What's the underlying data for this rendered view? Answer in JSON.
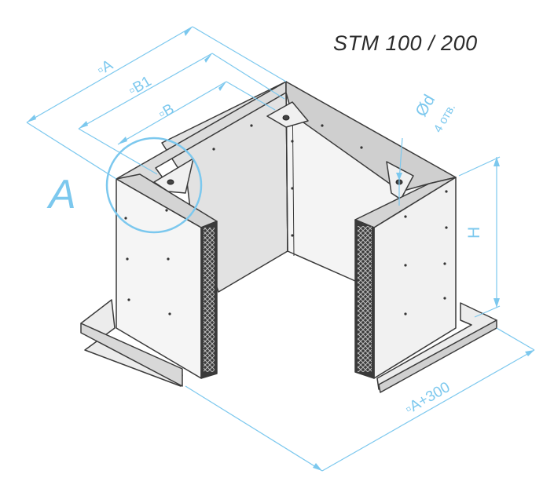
{
  "title": "STM 100 / 200",
  "callout_label": "A",
  "dimensions": {
    "a": "▫A",
    "b1": "▫B1",
    "b": "▫B",
    "d": "Ød",
    "holes": "4 отв.",
    "h": "H",
    "a300": "▫A+300"
  },
  "colors": {
    "dimension": "#7cc8ee",
    "outline": "#3a3a3a",
    "panel_light": "#f3f3f3",
    "panel_mid": "#e6e6e6",
    "panel_dark": "#d2d2d2"
  }
}
